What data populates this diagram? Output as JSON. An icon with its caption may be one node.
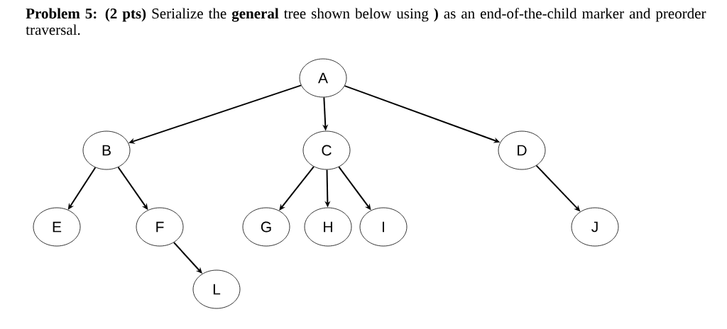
{
  "diagram": {
    "title": "**Problem 5: (2 pts)** Serialize the **general** tree shown below using **)** as an end-of-the-child marker and preorder traversal.",
    "nodes": [
      {
        "text": [
          "A"
        ]
      },
      {
        "text": [
          "B"
        ]
      },
      {
        "text": [
          "C"
        ]
      },
      {
        "text": [
          "D"
        ]
      },
      {
        "text": [
          "E"
        ]
      },
      {
        "text": [
          "F"
        ]
      },
      {
        "text": [
          "G"
        ]
      },
      {
        "text": [
          "H"
        ]
      },
      {
        "text": [
          "I"
        ]
      },
      {
        "text": [
          "J"
        ]
      },
      {
        "text": [
          "L"
        ]
      }
    ],
    "edges": [
      {
        "from": 0,
        "to": 1,
        "arrow": "to"
      },
      {
        "from": 0,
        "to": 2,
        "arrow": "to"
      },
      {
        "from": 0,
        "to": 3,
        "arrow": "to"
      },
      {
        "from": 1,
        "to": 4,
        "arrow": "to"
      },
      {
        "from": 1,
        "to": 5,
        "arrow": "to"
      },
      {
        "from": 2,
        "to": 6,
        "arrow": "to"
      },
      {
        "from": 2,
        "to": 7,
        "arrow": "to"
      },
      {
        "from": 2,
        "to": 8,
        "arrow": "to"
      },
      {
        "from": 3,
        "to": 9,
        "arrow": "to"
      },
      {
        "from": 5,
        "to": 10,
        "arrow": "to"
      }
    ]
  }
}
